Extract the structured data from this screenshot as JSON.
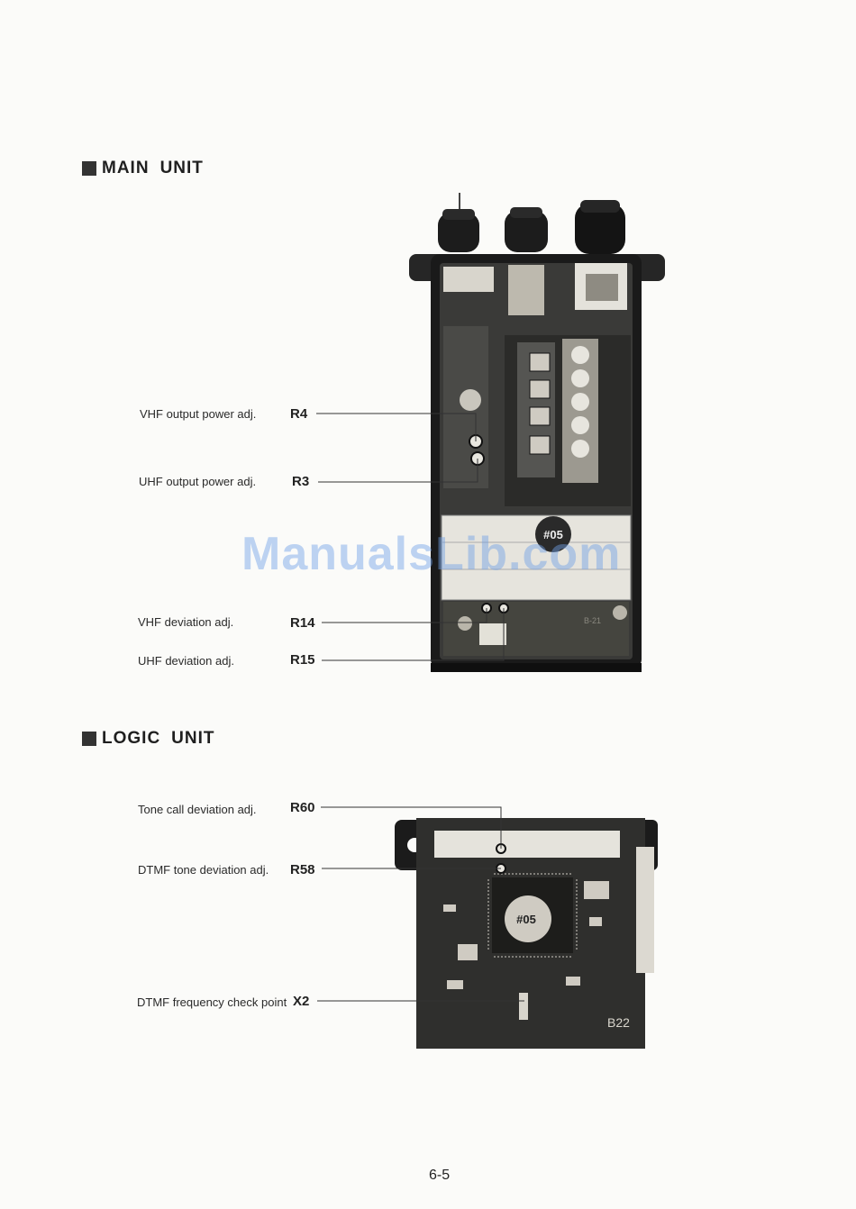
{
  "sections": {
    "main": {
      "word1": "MAIN",
      "word2": "UNIT"
    },
    "logic": {
      "word1": "LOGIC",
      "word2": "UNIT"
    }
  },
  "main_callouts": [
    {
      "label": "VHF output power adj.",
      "ref": "R4"
    },
    {
      "label": "UHF output power adj.",
      "ref": "R3"
    },
    {
      "label": "VHF deviation adj.",
      "ref": "R14"
    },
    {
      "label": "UHF deviation adj.",
      "ref": "R15"
    }
  ],
  "logic_callouts": [
    {
      "label": "Tone call deviation adj.",
      "ref": "R60"
    },
    {
      "label": "DTMF tone deviation adj.",
      "ref": "R58"
    },
    {
      "label": "DTMF frequency check point",
      "ref": "X2"
    }
  ],
  "main_photo": {
    "module_label": "#05",
    "board_code": "B-21"
  },
  "logic_photo": {
    "chip_label": "#05",
    "board_code": "B22"
  },
  "watermark": "ManualsLib.com",
  "page_number": "6-5"
}
